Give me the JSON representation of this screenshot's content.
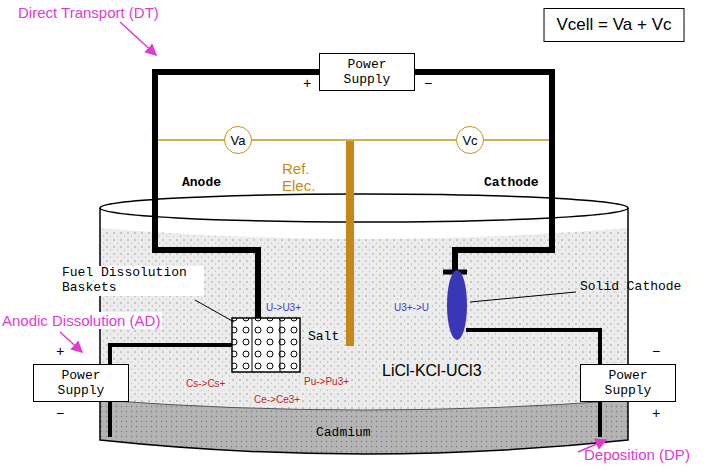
{
  "diagram": {
    "nodes": [
      {
        "text": [
          "Vcell = Va + Vc"
        ]
      },
      {
        "text": [
          "Power Supply"
        ]
      },
      {
        "text": [
          "Va"
        ]
      },
      {
        "text": [
          "Vc"
        ]
      },
      {
        "text": [
          "Power Supply"
        ]
      },
      {
        "text": [
          "Power Supply"
        ]
      }
    ],
    "edges": [
      {
        "from": 2,
        "to": 3,
        "arrow": "none"
      }
    ],
    "labels": [
      "Direct Transport (DT)",
      "Anodic Dissolution (AD)",
      "Deposition (DP)",
      "Anode",
      "Cathode",
      "Ref. Elec.",
      "Fuel Dissolution Baskets",
      "Solid Cathode",
      "Salt",
      "LiCl-KCl-UCl3",
      "Cadmium",
      "U->U3+",
      "U3+->U",
      "Cs->Cs+",
      "Pu->Pu3+",
      "Ce->Ce3+",
      "+",
      "−",
      "+",
      "−",
      "−",
      "+"
    ]
  }
}
